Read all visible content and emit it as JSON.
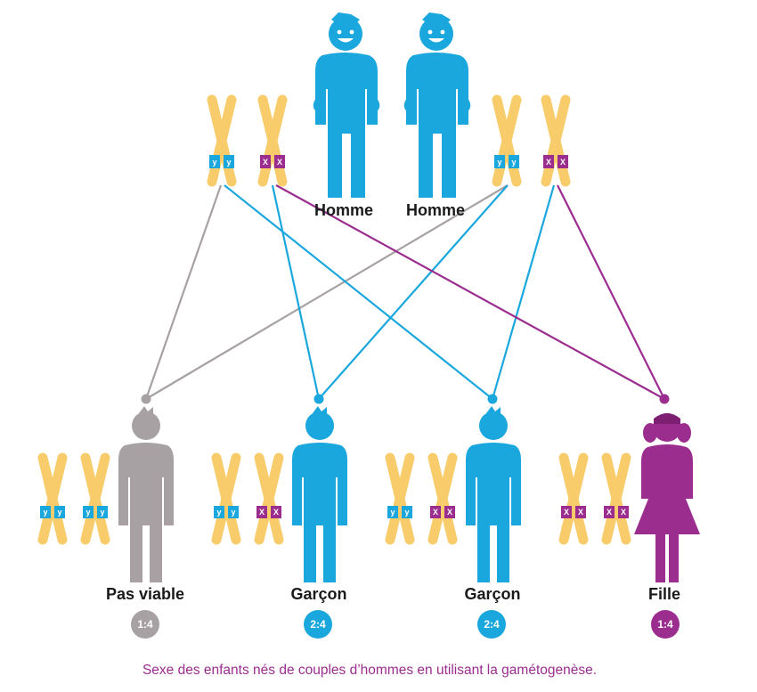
{
  "colors": {
    "blue": "#1aa7dd",
    "purple": "#9b2d8f",
    "gray": "#a7a1a3",
    "chromosome": "#f8cc6a",
    "label": "#1a1a1a"
  },
  "parents": [
    {
      "label": "Homme",
      "chromosomes": [
        "y",
        "y",
        "X",
        "X"
      ]
    },
    {
      "label": "Homme",
      "chromosomes": [
        "y",
        "y",
        "X",
        "X"
      ]
    }
  ],
  "children": [
    {
      "label": "Pas viable",
      "ratio": "1:4",
      "color": "#a7a1a3",
      "chromosomes": [
        "y",
        "y",
        "y",
        "y"
      ]
    },
    {
      "label": "Garçon",
      "ratio": "2:4",
      "color": "#1aa7dd",
      "chromosomes": [
        "y",
        "y",
        "X",
        "X"
      ]
    },
    {
      "label": "Garçon",
      "ratio": "2:4",
      "color": "#1aa7dd",
      "chromosomes": [
        "y",
        "y",
        "X",
        "X"
      ]
    },
    {
      "label": "Fille",
      "ratio": "1:4",
      "color": "#9b2d8f",
      "chromosomes": [
        "X",
        "X",
        "X",
        "X"
      ]
    }
  ],
  "caption": "Sexe des enfants nés de couples d’hommes en utilisant la gamétogenèse."
}
